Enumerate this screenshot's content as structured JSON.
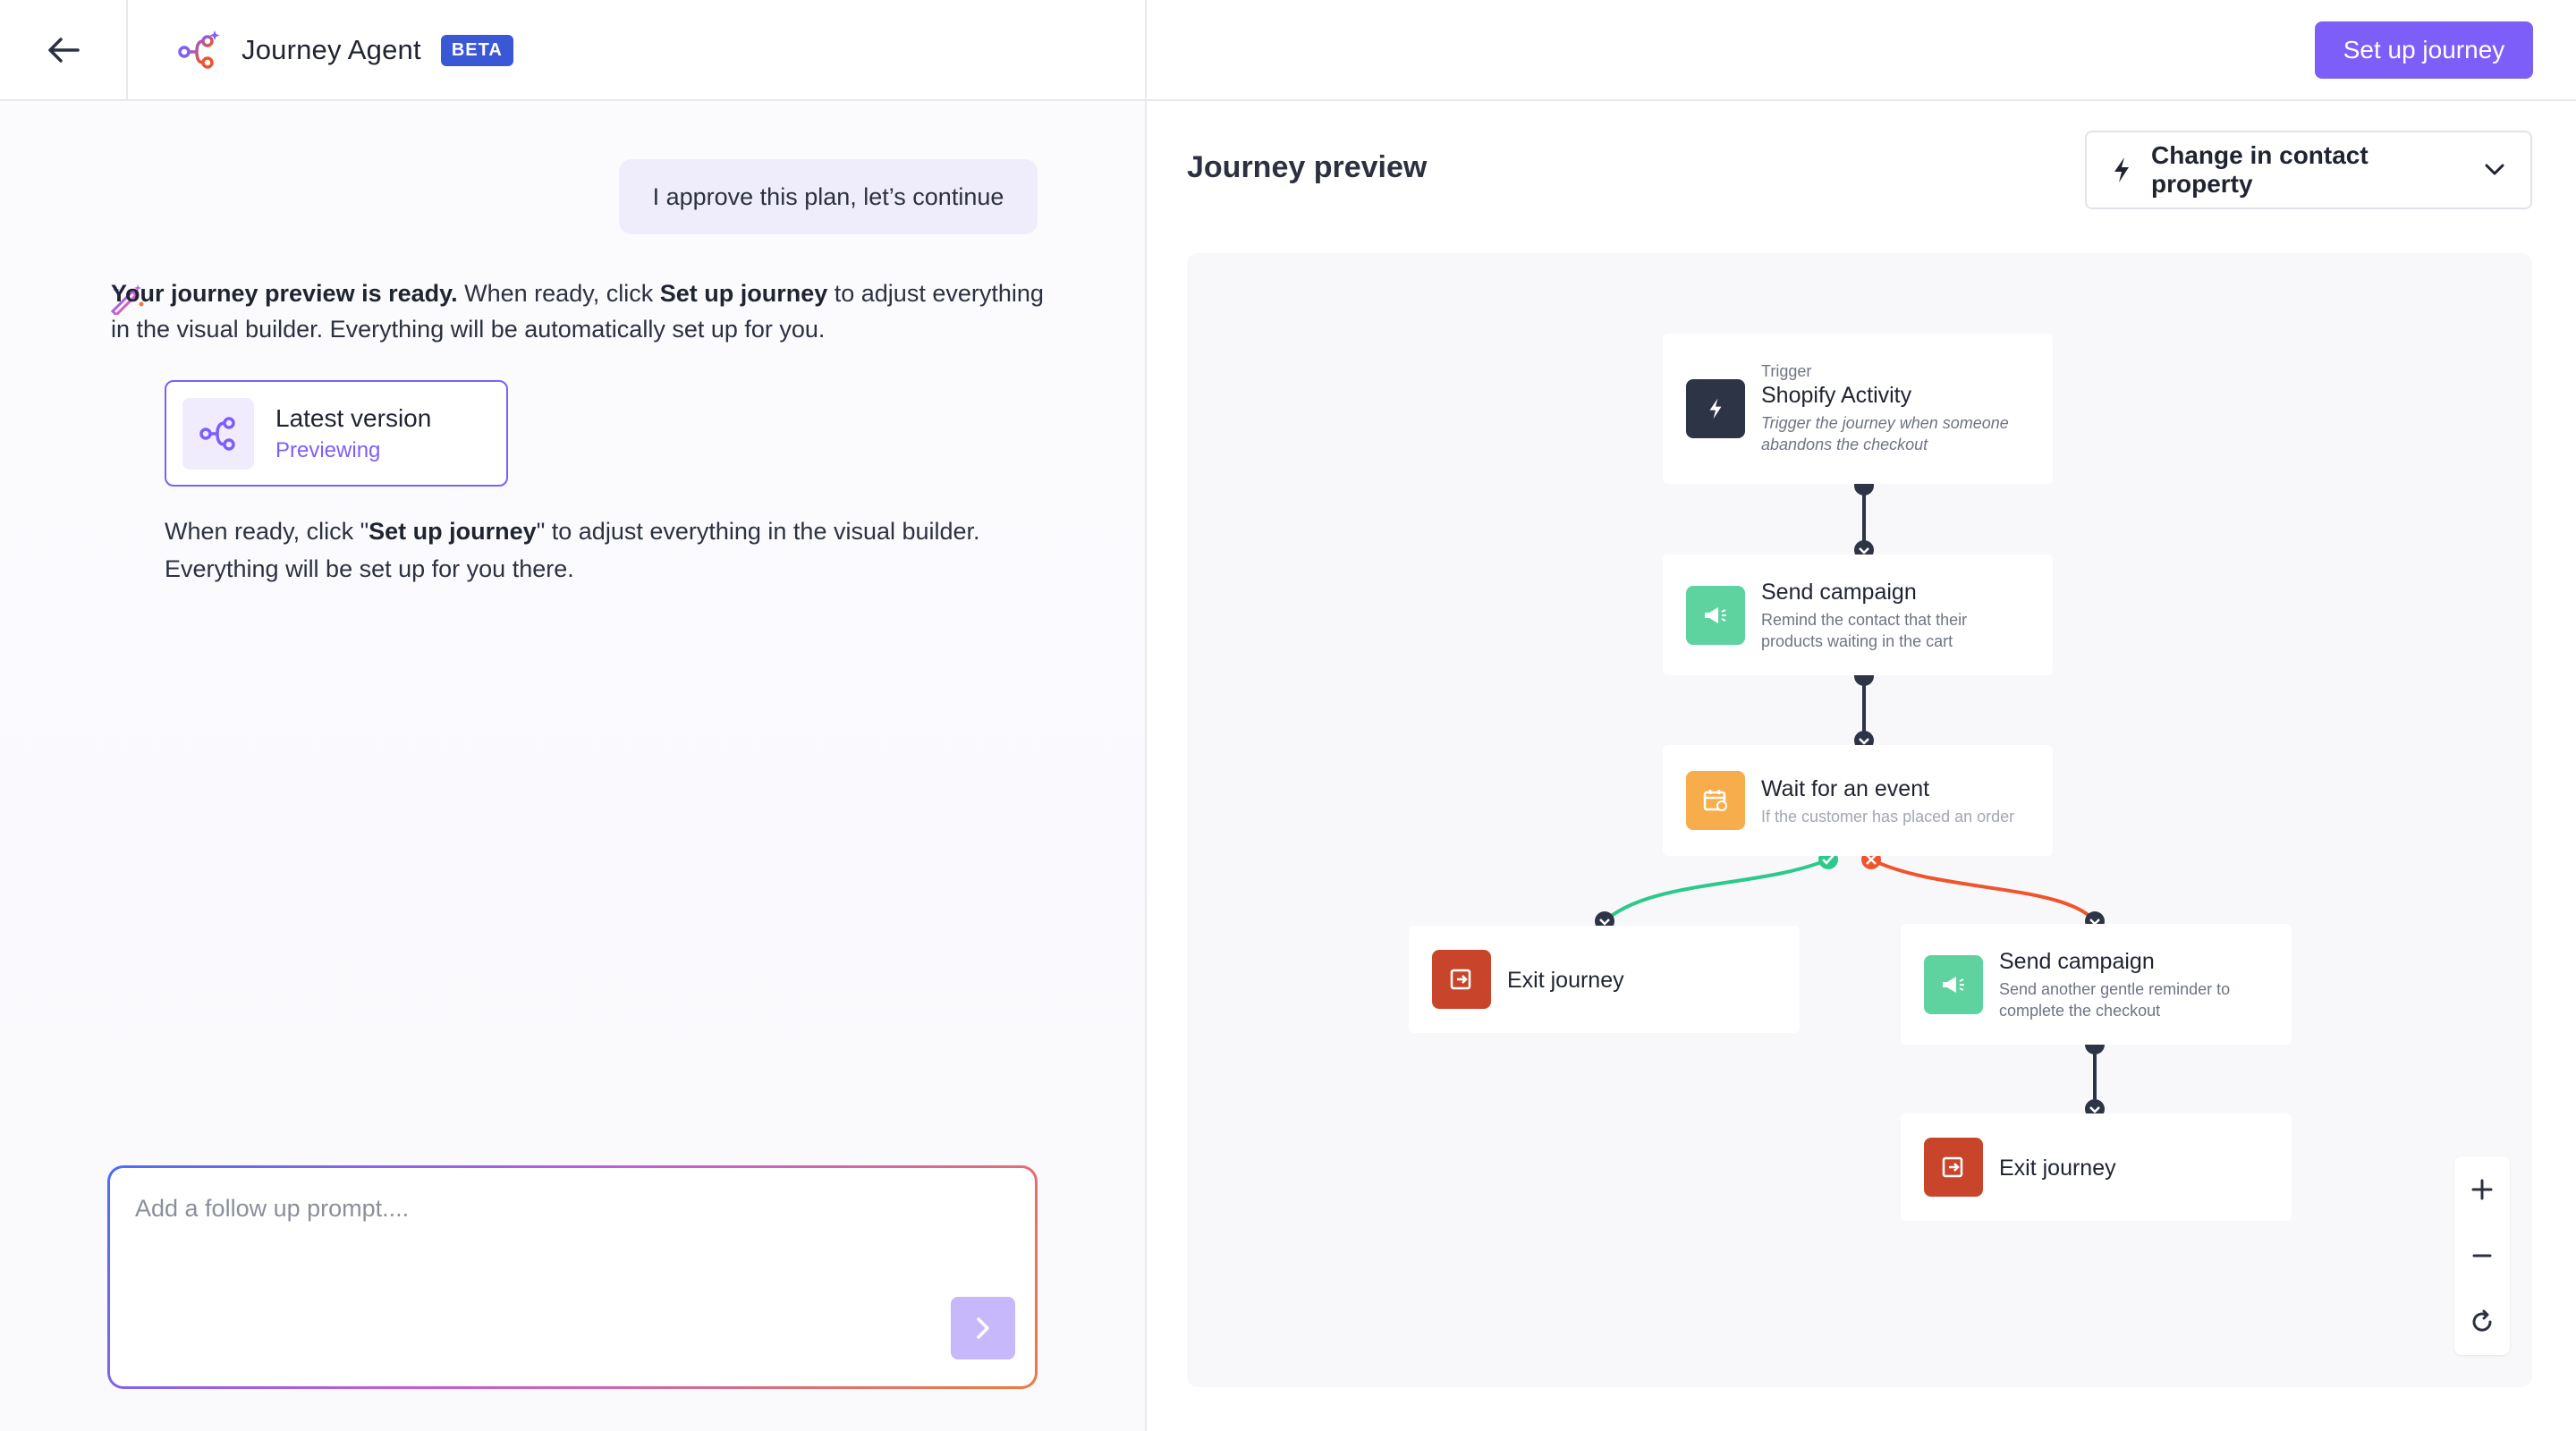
{
  "header": {
    "title": "Journey Agent",
    "badge": "BETA",
    "setup_button": "Set up journey"
  },
  "chat": {
    "user_message": "I approve this plan, let’s continue",
    "agent_message": {
      "bold_intro": "Your journey preview is ready.",
      "text1": " When ready, click ",
      "bold_action": "Set up journey",
      "text2": " to adjust everything in the visual builder. Everything will be automatically set up for you."
    },
    "version_card": {
      "title": "Latest version",
      "status": "Previewing"
    },
    "follow_message": {
      "text1": "When ready, click \"",
      "bold_action": "Set up journey",
      "text2": "\" to adjust everything in the visual builder. Everything will be set up for you there."
    },
    "prompt": {
      "placeholder": "Add a follow up prompt....",
      "value": ""
    }
  },
  "preview": {
    "title": "Journey preview",
    "trigger_select": "Change in contact property",
    "nodes": {
      "trigger": {
        "kicker": "Trigger",
        "title": "Shopify Activity",
        "desc": "Trigger the journey when someone abandons the checkout"
      },
      "campaign1": {
        "title": "Send campaign",
        "desc": "Remind the contact that their products waiting in the cart"
      },
      "wait": {
        "title": "Wait for an event",
        "desc": "If the customer has placed an order"
      },
      "exit1": {
        "title": "Exit journey"
      },
      "campaign2": {
        "title": "Send campaign",
        "desc": "Send another gentle reminder to complete the checkout"
      },
      "exit2": {
        "title": "Exit journey"
      }
    }
  },
  "colors": {
    "accent": "#7e5ef8",
    "beta": "#3a57d6",
    "trigger_icon": "#2d3446",
    "campaign_icon": "#5ed3a0",
    "wait_icon": "#f7ad4c",
    "exit_icon": "#c8452b",
    "yes_branch": "#2cc98a",
    "no_branch": "#f0542a"
  }
}
